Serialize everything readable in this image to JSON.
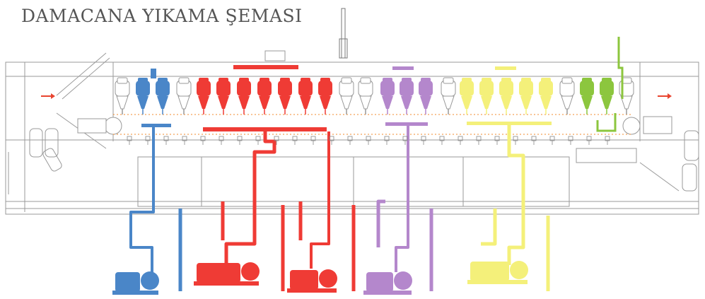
{
  "title": "DAMACANA YIKAMA ŞEMASI",
  "colors": {
    "frame": "#9a9a9a",
    "blue": "#4a86c8",
    "red": "#ef3b35",
    "purple": "#b487cc",
    "yellow": "#f4f07a",
    "green": "#8cc63e",
    "orange": "#f28b2c",
    "arrow": "#e8442f"
  },
  "sections": [
    {
      "key": "blue",
      "bottles": 2,
      "pumps": 1
    },
    {
      "key": "red",
      "bottles": 7,
      "pumps": 2
    },
    {
      "key": "purple",
      "bottles": 3,
      "pumps": 1
    },
    {
      "key": "yellow",
      "bottles": 5,
      "pumps": 1
    },
    {
      "key": "green",
      "bottles": 2,
      "pumps": 0
    }
  ]
}
